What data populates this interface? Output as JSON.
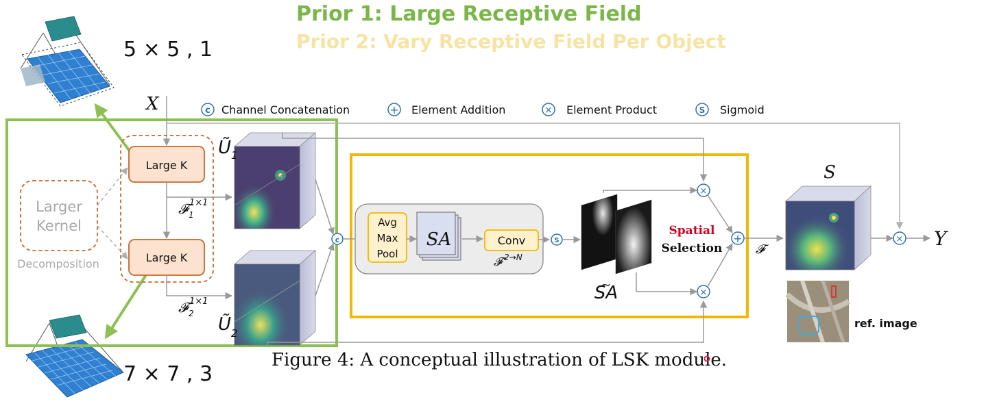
{
  "titles": {
    "prior1": "Prior 1: Large Receptive Field",
    "prior2": "Prior 2: Vary Receptive Field Per Object"
  },
  "kernels": {
    "small": "5 × 5 , 1",
    "large": "7 × 7 , 3"
  },
  "legend": {
    "concat_symbol": "c",
    "concat_label": "Channel Concatenation",
    "add_symbol": "+",
    "add_label": "Element Addition",
    "product_symbol": "×",
    "product_label": "Element Product",
    "sigmoid_symbol": "S",
    "sigmoid_label": "Sigmoid"
  },
  "nodes": {
    "input": "X",
    "large_k_top": "Large K",
    "large_k_bottom": "Large K",
    "larger_kernel_line1": "Larger",
    "larger_kernel_line2": "Kernel",
    "decomposition": "Decomposition",
    "u1_label": "Ũ",
    "u1_sub": "1",
    "u2_label": "Ũ",
    "u2_sub": "2",
    "f1_label": "𝓕",
    "f1_sup": "1×1",
    "f1_sub": "1",
    "f2_label": "𝓕",
    "f2_sup": "1×1",
    "f2_sub": "2",
    "pool_line1": "Avg",
    "pool_line2": "Max",
    "pool_line3": "Pool",
    "sa": "SA",
    "conv": "Conv",
    "conv_op": "𝓕",
    "conv_op_sup": "2→N",
    "sa_tilde": "SA",
    "spatial": "Spatial",
    "selection": "Selection",
    "fusion": "𝓕",
    "s_label": "S",
    "output": "Y",
    "ref_image": "ref. image"
  },
  "caption": "Figure 4: A conceptual illustration of LSK module.",
  "colors": {
    "prior1": "#7ab648",
    "prior2": "#f7e3a3",
    "green_box": "#8cc152",
    "yellow_box": "#f2b705",
    "orange_dash": "#c8652a",
    "large_k_fill": "#fde3cf",
    "conv_fill": "#fff1cc",
    "arrow": "#9a9a9a",
    "op_circle": "#2a6fb0",
    "spatial_red": "#d0021b",
    "grid_blue": "#2f80d0",
    "grid_teal": "#2a8c8c"
  }
}
